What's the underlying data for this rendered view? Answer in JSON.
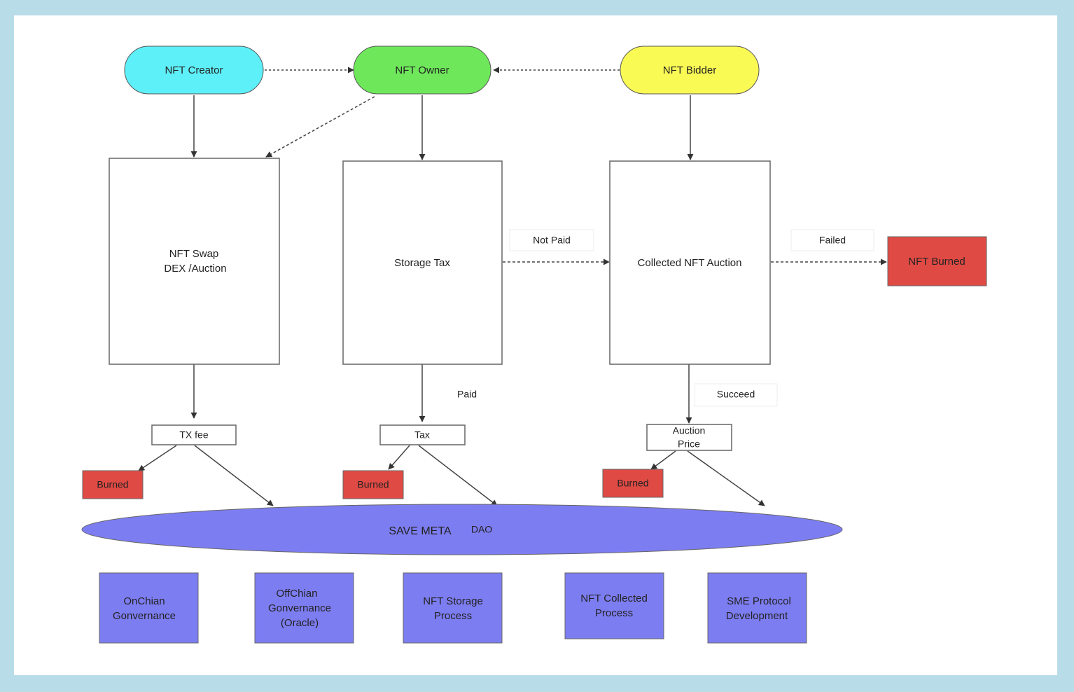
{
  "colors": {
    "creator": "#5ef0f8",
    "owner": "#6ee85a",
    "bidder": "#fafa55",
    "burned": "#e04a44",
    "dao": "#7d7df2",
    "frame": "#b8dde8"
  },
  "actors": {
    "creator": "NFT Creator",
    "owner": "NFT Owner",
    "bidder": "NFT Bidder"
  },
  "processes": {
    "swap": [
      "NFT Swap",
      "DEX /Auction"
    ],
    "storage_tax": "Storage Tax",
    "auction": "Collected NFT Auction"
  },
  "edge_labels": {
    "not_paid": "Not Paid",
    "failed": "Failed",
    "paid": "Paid",
    "succeed": "Succeed"
  },
  "outcomes": {
    "nft_burned": "NFT Burned",
    "tx_fee": "TX fee",
    "tax": "Tax",
    "auction_price": [
      "Auction",
      "Price"
    ],
    "burned": "Burned"
  },
  "dao": {
    "name": "SAVE META",
    "suffix": "DAO"
  },
  "dao_functions": [
    [
      "OnChian",
      "Gonvernance"
    ],
    [
      "OffChian",
      "Gonvernance",
      "(Oracle)"
    ],
    [
      "NFT Storage",
      "Process"
    ],
    [
      "NFT Collected",
      "Process"
    ],
    [
      "SME Protocol",
      "Development"
    ]
  ]
}
